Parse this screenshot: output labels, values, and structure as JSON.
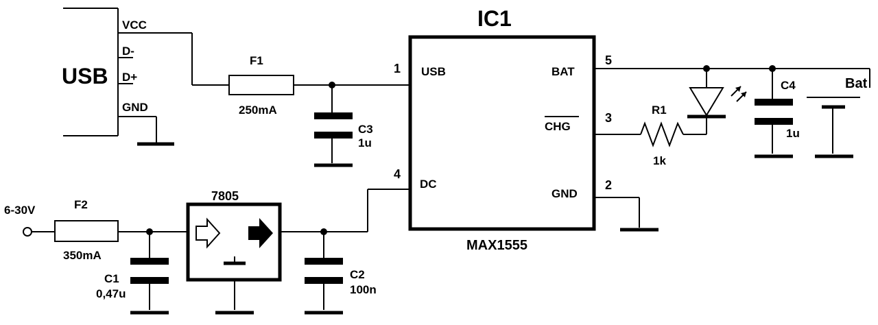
{
  "usb": {
    "label": "USB",
    "pins": {
      "vcc": "VCC",
      "dminus": "D-",
      "dplus": "D+",
      "gnd": "GND"
    }
  },
  "ic1": {
    "title": "IC1",
    "part": "MAX1555",
    "pins": {
      "usb": {
        "name": "USB",
        "num": "1"
      },
      "dc": {
        "name": "DC",
        "num": "4"
      },
      "bat": {
        "name": "BAT",
        "num": "5"
      },
      "chg": {
        "name": "CHG",
        "num": "3"
      },
      "gnd": {
        "name": "GND",
        "num": "2"
      }
    }
  },
  "f1": {
    "name": "F1",
    "value": "250mA"
  },
  "f2": {
    "name": "F2",
    "value": "350mA"
  },
  "c1": {
    "name": "C1",
    "value": "0,47u"
  },
  "c2": {
    "name": "C2",
    "value": "100n"
  },
  "c3": {
    "name": "C3",
    "value": "1u"
  },
  "c4": {
    "name": "C4",
    "value": "1u"
  },
  "r1": {
    "name": "R1",
    "value": "1k"
  },
  "regulator": {
    "name": "7805"
  },
  "input": {
    "label": "6-30V"
  },
  "battery": {
    "label": "Bat"
  }
}
